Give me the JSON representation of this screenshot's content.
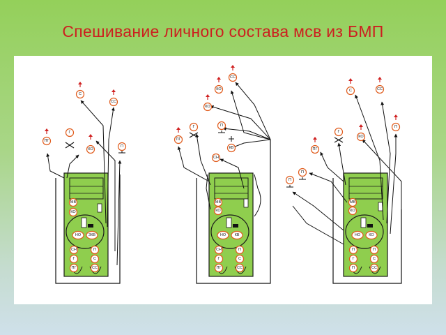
{
  "title": "Спешивание личного состава мсв из БМП",
  "colors": {
    "title": "#cc1f1f",
    "vehicle_fill": "#8fce4e",
    "marker_ring": "#e05a1a",
    "arrow_red": "#d02020",
    "line": "#111111"
  },
  "diagrams": [
    {
      "crew_inside": [
        {
          "label": "МВ"
        },
        {
          "label": "КО"
        },
        {
          "label": "НО"
        },
        {
          "label": "ЗКВ"
        },
        {
          "label": "СН"
        },
        {
          "label": "П"
        },
        {
          "label": "Г"
        },
        {
          "label": "С"
        },
        {
          "label": "ПГ"
        },
        {
          "label": "СС"
        }
      ],
      "dismounted": [
        {
          "label": "С"
        },
        {
          "label": "СС"
        },
        {
          "label": "ПГ"
        },
        {
          "label": "Г"
        },
        {
          "label": "КО"
        },
        {
          "label": "П"
        }
      ]
    },
    {
      "crew_inside": [
        {
          "label": "МВ"
        },
        {
          "label": "КО"
        },
        {
          "label": "НО"
        },
        {
          "label": "КВ"
        },
        {
          "label": "СН"
        },
        {
          "label": "П"
        },
        {
          "label": "Г"
        },
        {
          "label": "С"
        },
        {
          "label": "ПГ"
        },
        {
          "label": "СС"
        }
      ],
      "dismounted": [
        {
          "label": "СС"
        },
        {
          "label": "КО"
        },
        {
          "label": "КО"
        },
        {
          "label": "Г"
        },
        {
          "label": "П"
        },
        {
          "label": "ПГ"
        },
        {
          "label": "КВ"
        },
        {
          "label": "СН"
        }
      ]
    },
    {
      "crew_inside": [
        {
          "label": "МВ"
        },
        {
          "label": "КО"
        },
        {
          "label": "НО"
        },
        {
          "label": "КО"
        },
        {
          "label": "П"
        },
        {
          "label": "П"
        },
        {
          "label": "Г"
        },
        {
          "label": "С"
        },
        {
          "label": "П"
        },
        {
          "label": "СС"
        }
      ],
      "dismounted": [
        {
          "label": "С"
        },
        {
          "label": "СС"
        },
        {
          "label": "Г"
        },
        {
          "label": "КО"
        },
        {
          "label": "П"
        },
        {
          "label": "ПГ"
        },
        {
          "label": "П"
        },
        {
          "label": "П"
        }
      ]
    }
  ]
}
